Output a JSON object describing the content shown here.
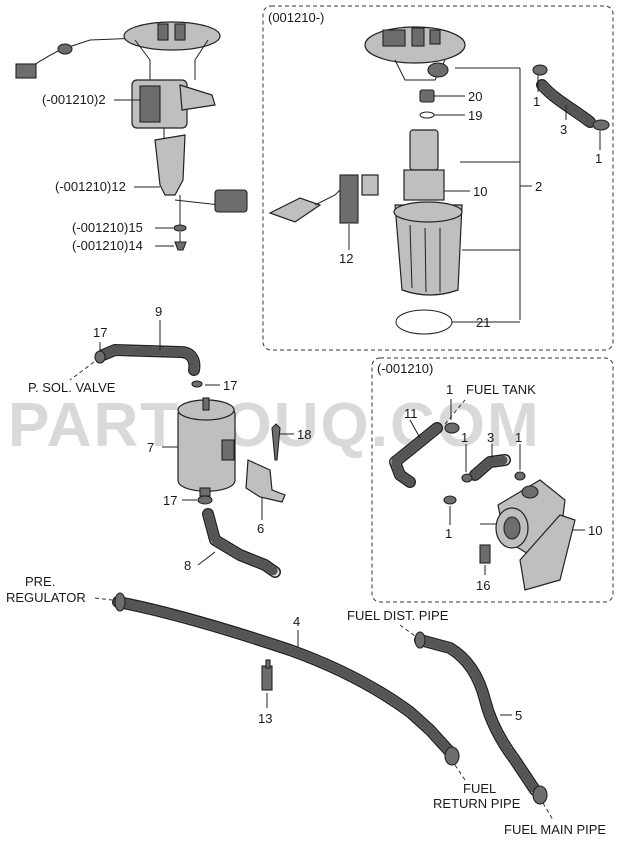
{
  "watermark": "PARTSOUQ.COM",
  "boxes": {
    "top_right": {
      "label": "(001210-)"
    },
    "mid_right": {
      "label": "(-001210)"
    }
  },
  "callouts": {
    "tl_2": "(-001210)2",
    "tl_12": "(-001210)12",
    "tl_15": "(-001210)15",
    "tl_14": "(-001210)14",
    "tr_20": "20",
    "tr_19": "19",
    "tr_10": "10",
    "tr_2": "2",
    "tr_12": "12",
    "tr_21": "21",
    "tr_1a": "1",
    "tr_3": "3",
    "tr_1b": "1",
    "ml_17a": "17",
    "ml_9": "9",
    "ml_17b": "17",
    "ml_7": "7",
    "ml_18": "18",
    "ml_6": "6",
    "ml_17c": "17",
    "ml_8": "8",
    "mr_1a": "1",
    "mr_11": "11",
    "mr_3": "3",
    "mr_1b": "1",
    "mr_1c": "1",
    "mr_1d": "1",
    "mr_10": "10",
    "mr_16": "16",
    "b_4": "4",
    "b_13": "13",
    "b_5": "5"
  },
  "destinations": {
    "p_sol_valve": "P. SOL. VALVE",
    "fuel_tank": "FUEL TANK",
    "pre": "PRE.",
    "regulator": "REGULATOR",
    "fuel_dist_pipe": "FUEL DIST. PIPE",
    "fuel": "FUEL",
    "return_pipe": "RETURN PIPE",
    "fuel_main_pipe": "FUEL MAIN PIPE"
  }
}
